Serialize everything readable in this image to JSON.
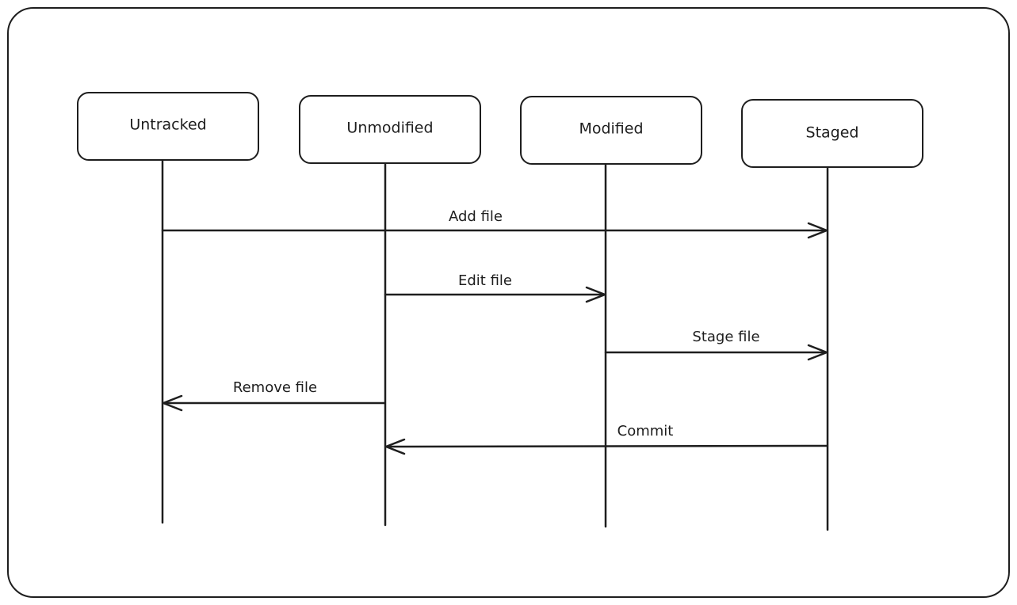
{
  "diagram": {
    "type": "sequence",
    "stroke_color": "#1e1e1e",
    "background_color": "#ffffff",
    "states": [
      {
        "id": "untracked",
        "label": "Untracked"
      },
      {
        "id": "unmodified",
        "label": "Unmodified"
      },
      {
        "id": "modified",
        "label": "Modified"
      },
      {
        "id": "staged",
        "label": "Staged"
      }
    ],
    "messages": [
      {
        "id": "add-file",
        "label": "Add file",
        "from": "untracked",
        "to": "staged"
      },
      {
        "id": "edit-file",
        "label": "Edit file",
        "from": "unmodified",
        "to": "modified"
      },
      {
        "id": "stage-file",
        "label": "Stage file",
        "from": "modified",
        "to": "staged"
      },
      {
        "id": "remove-file",
        "label": "Remove file",
        "from": "unmodified",
        "to": "untracked"
      },
      {
        "id": "commit",
        "label": "Commit",
        "from": "staged",
        "to": "unmodified"
      }
    ]
  }
}
